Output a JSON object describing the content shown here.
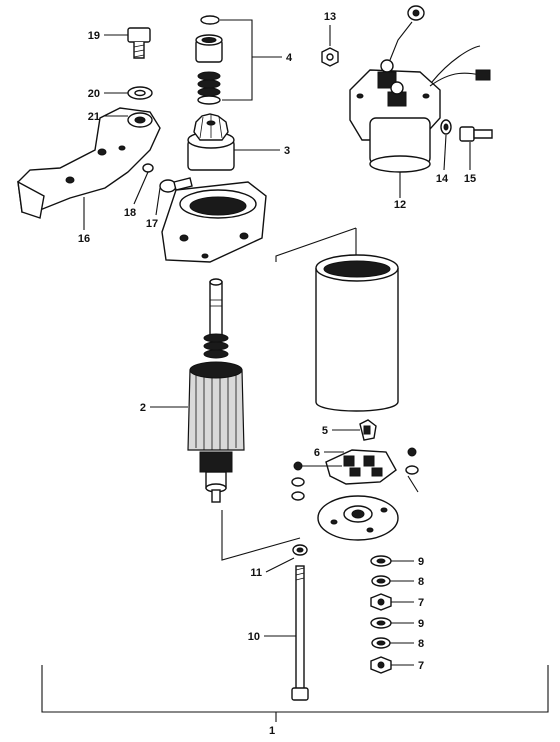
{
  "diagram": {
    "callouts": [
      {
        "id": "c1",
        "text": "1"
      },
      {
        "id": "c2",
        "text": "2"
      },
      {
        "id": "c3",
        "text": "3"
      },
      {
        "id": "c4",
        "text": "4"
      },
      {
        "id": "c5",
        "text": "5"
      },
      {
        "id": "c6",
        "text": "6"
      },
      {
        "id": "c7a",
        "text": "7"
      },
      {
        "id": "c7b",
        "text": "7"
      },
      {
        "id": "c8a",
        "text": "8"
      },
      {
        "id": "c8b",
        "text": "8"
      },
      {
        "id": "c9a",
        "text": "9"
      },
      {
        "id": "c9b",
        "text": "9"
      },
      {
        "id": "c10",
        "text": "10"
      },
      {
        "id": "c11",
        "text": "11"
      },
      {
        "id": "c12",
        "text": "12"
      },
      {
        "id": "c13",
        "text": "13"
      },
      {
        "id": "c14",
        "text": "14"
      },
      {
        "id": "c15",
        "text": "15"
      },
      {
        "id": "c16",
        "text": "16"
      },
      {
        "id": "c17",
        "text": "17"
      },
      {
        "id": "c18",
        "text": "18"
      },
      {
        "id": "c19",
        "text": "19"
      },
      {
        "id": "c20",
        "text": "20"
      },
      {
        "id": "c21",
        "text": "21"
      }
    ]
  }
}
